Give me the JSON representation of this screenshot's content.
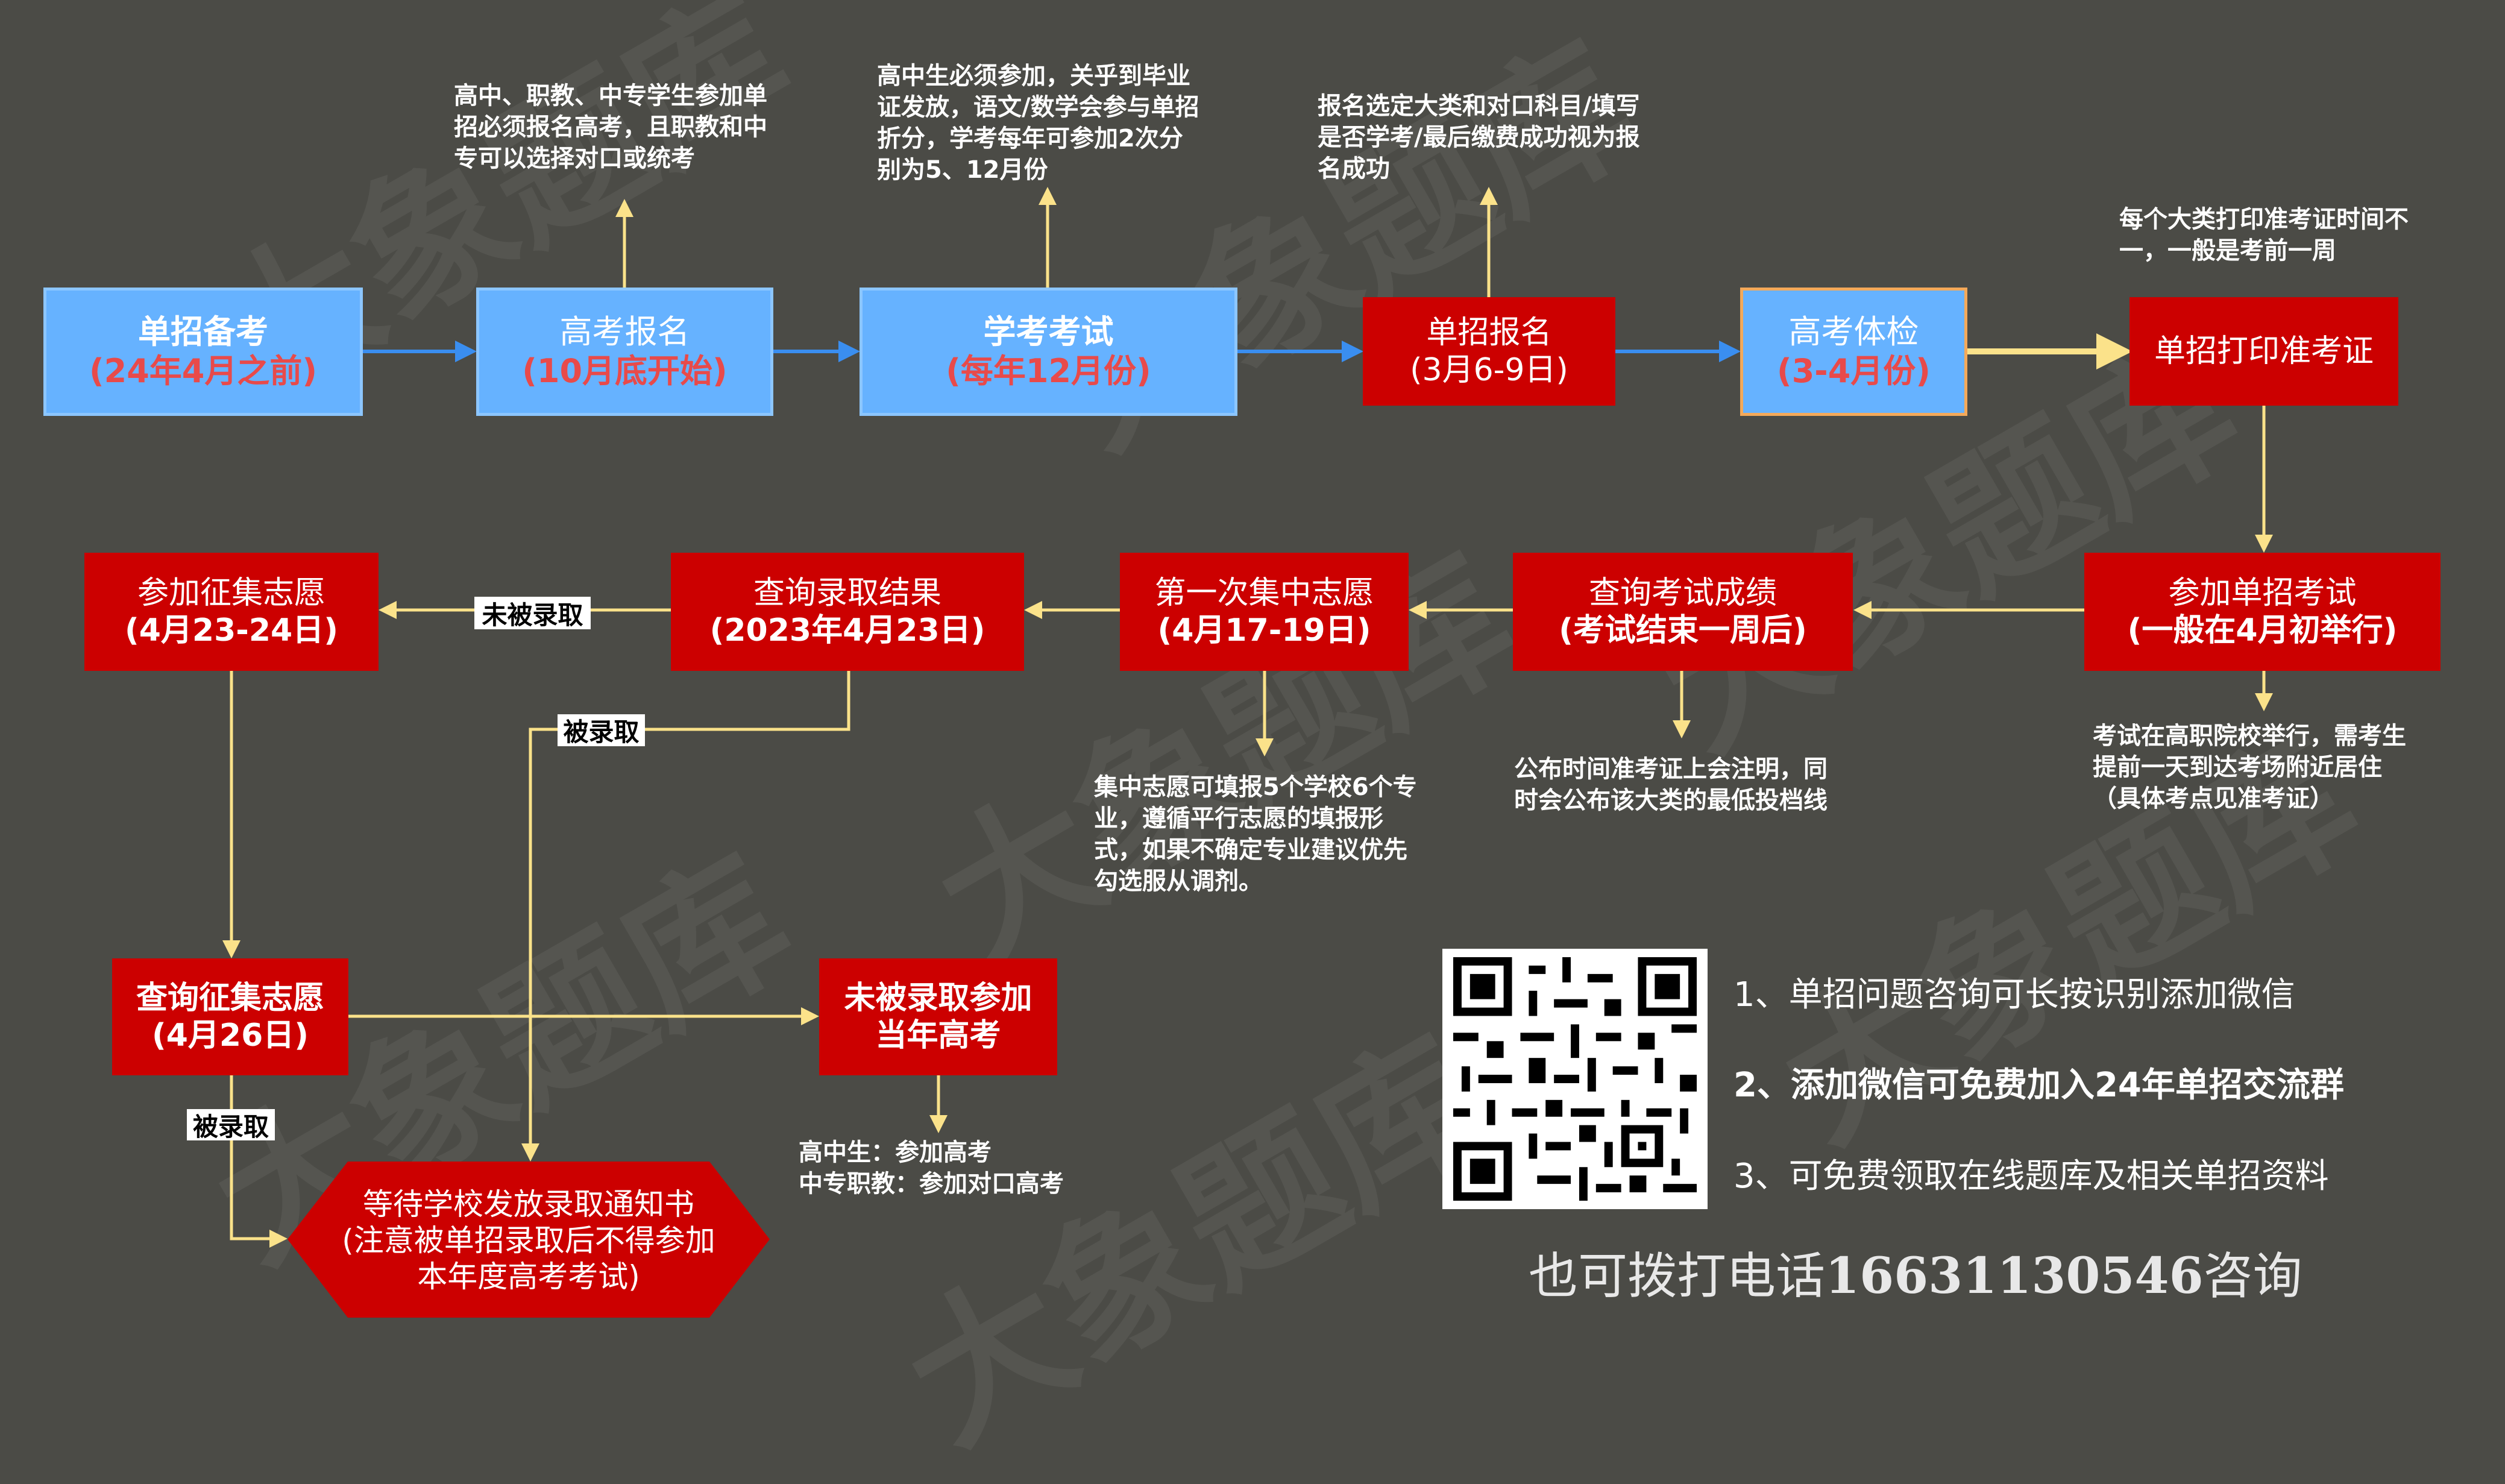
{
  "watermark": "大象题库",
  "row1": [
    {
      "title": "单招备考",
      "sub": "(24年4月之前)"
    },
    {
      "title": "高考报名",
      "sub": "(10月底开始)"
    },
    {
      "title": "学考考试",
      "sub": "(每年12月份)"
    },
    {
      "title": "单招报名",
      "sub": "(3月6-9日)"
    },
    {
      "title": "高考体检",
      "sub": "(3-4月份)"
    },
    {
      "title": "单招打印准考证"
    }
  ],
  "row2": [
    {
      "title": "参加征集志愿",
      "sub": "(4月23-24日)"
    },
    {
      "title": "查询录取结果",
      "sub": "(2023年4月23日)"
    },
    {
      "title": "第一次集中志愿",
      "sub": "(4月17-19日)"
    },
    {
      "title": "查询考试成绩",
      "sub": "(考试结束一周后)"
    },
    {
      "title": "参加单招考试",
      "sub": "(一般在4月初举行)"
    }
  ],
  "row3": {
    "query_supp": {
      "title": "查询征集志愿",
      "sub": "(4月26日)"
    },
    "not_admitted": {
      "title": "未被录取参加",
      "sub": "当年高考"
    },
    "wait": {
      "l1": "等待学校发放录取通知书",
      "l2": "(注意被单招录取后不得参加",
      "l3": "本年度高考考试)"
    }
  },
  "notes": {
    "gaokao_reg": "高中、职教、中专学生参加单\n招必须报名高考，且职教和中\n专可以选择对口或统考",
    "xuekao": "高中生必须参加，关乎到毕业\n证发放，语文/数学会参与单招\n折分，学考每年可参加2次分\n别为5、12月份",
    "danzhao_reg": "报名选定大类和对口科目/填写\n是否学考/最后缴费成功视为报\n名成功",
    "print": "每个大类打印准考证时间不\n一，一般是考前一周",
    "exam": "考试在高职院校举行，需考生\n提前一天到达考场附近居住\n（具体考点见准考证）",
    "score": "公布时间准考证上会注明，同\n时会公布该大类的最低投档线",
    "first_vol": "集中志愿可填报5个学校6个专\n业，遵循平行志愿的填报形\n式，如果不确定专业建议优先\n勾选服从调剂。",
    "gaokao": "高中生：参加高考\n中专职教：参加对口高考"
  },
  "labels": {
    "not_admitted": "未被录取",
    "admitted1": "被录取",
    "admitted2": "被录取"
  },
  "info": {
    "line1": "1、单招问题咨询可长按识别添加微信",
    "line2": "2、添加微信可免费加入24年单招交流群",
    "line3": "3、可免费领取在线题库及相关单招资料",
    "phone_prefix": "也可拨打电话",
    "phone": "16631130546",
    "phone_suffix": "咨询"
  }
}
